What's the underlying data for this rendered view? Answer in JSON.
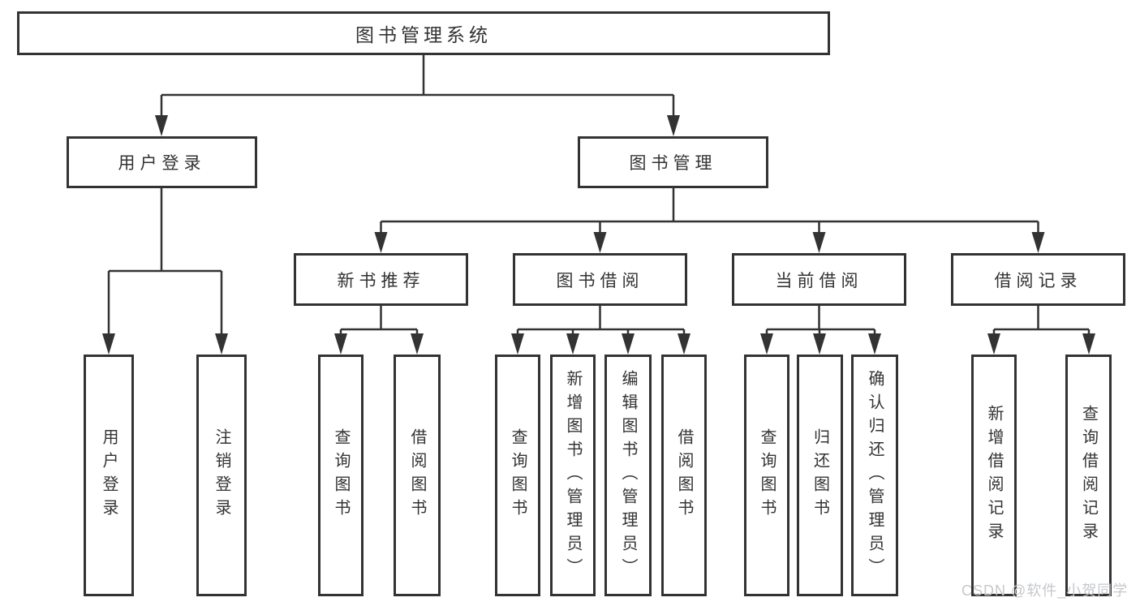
{
  "tree": {
    "label": "图书管理系统",
    "children": [
      {
        "label": "用户登录",
        "children": [
          {
            "label": "用户登录"
          },
          {
            "label": "注销登录"
          }
        ]
      },
      {
        "label": "图书管理",
        "children": [
          {
            "label": "新书推荐",
            "children": [
              {
                "label": "查询图书"
              },
              {
                "label": "借阅图书"
              }
            ]
          },
          {
            "label": "图书借阅",
            "children": [
              {
                "label": "查询图书"
              },
              {
                "label": "新增图书（管理员）"
              },
              {
                "label": "编辑图书（管理员）"
              },
              {
                "label": "借阅图书"
              }
            ]
          },
          {
            "label": "当前借阅",
            "children": [
              {
                "label": "查询图书"
              },
              {
                "label": "归还图书"
              },
              {
                "label": "确认归还（管理员）"
              }
            ]
          },
          {
            "label": "借阅记录",
            "children": [
              {
                "label": "新增借阅记录"
              },
              {
                "label": "查询借阅记录"
              }
            ]
          }
        ]
      }
    ]
  },
  "watermark": {
    "text": "CSDN @软件_小贺同学"
  },
  "colors": {
    "line": "#333333",
    "text": "#333333",
    "background": "#ffffff",
    "watermark": "#c5c8cc"
  }
}
